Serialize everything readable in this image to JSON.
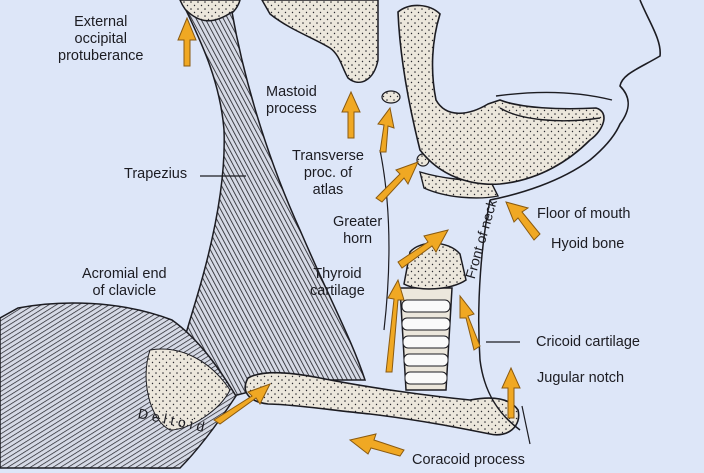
{
  "colors": {
    "background": "#dde6f8",
    "ink": "#1c1c22",
    "bone_fill": "#ece7dc",
    "arrow": "#f0a823",
    "arrow_edge": "#8a5a10"
  },
  "labels": {
    "external_occipital": [
      "External",
      "occipital",
      "protuberance"
    ],
    "mastoid": [
      "Mastoid",
      "process"
    ],
    "transverse": [
      "Transverse",
      "proc. of",
      "atlas"
    ],
    "greater_horn": [
      "Greater",
      "horn"
    ],
    "thyroid": [
      "Thyroid",
      "cartilage"
    ],
    "acromial": [
      "Acromial end",
      "of clavicle"
    ],
    "trapezius": "Trapezius",
    "floor_of_mouth": "Floor of mouth",
    "hyoid_bone": "Hyoid bone",
    "front_of_neck": "Front of neck",
    "cricoid": "Cricoid cartilage",
    "jugular": "Jugular notch",
    "coracoid": "Coracoid process",
    "deltoid": "Deltoid"
  }
}
